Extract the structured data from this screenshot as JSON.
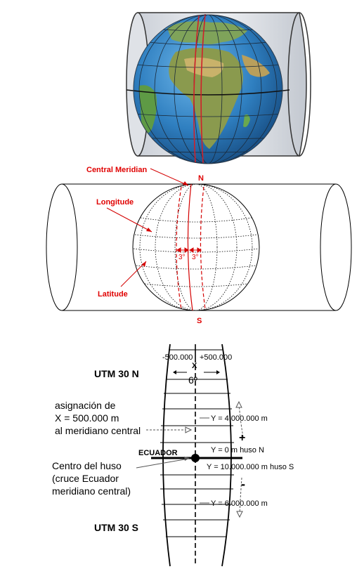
{
  "panel1": {
    "description_colors": {
      "ocean": "#2f7fc0",
      "land": "#6aa84f",
      "cylinder": "#d8dce3",
      "meridian": "#d0202a"
    }
  },
  "panel2": {
    "central_meridian_label": "Central Meridian",
    "longitude_label": "Longitude",
    "latitude_label": "Latitude",
    "north_label": "N",
    "south_label": "S",
    "left_offset_label": "3°",
    "right_offset_label": "3°",
    "label_color": "#e00000"
  },
  "panel3": {
    "minus_easting": "-500.000",
    "plus_easting": "+500.000",
    "x_mark": "X",
    "zone_width": "6º",
    "utm_north": "UTM 30 N",
    "utm_south": "UTM 30 S",
    "assignment_line1": "asignación de",
    "assignment_line2": "X = 500.000 m",
    "assignment_line3": "al meridiano central",
    "y_north_top": "Y = 4.000.000 m",
    "plus_sign": "+",
    "ecuador_label": "ECUADOR",
    "y_zero": "Y = 0 m huso  N",
    "y_south_origin": "Y = 10.000.000 m huso S",
    "minus_sign": "-",
    "y_south_value": "Y = 6.000.000 m",
    "center_line1": "Centro del huso",
    "center_line2": "(cruce Ecuador",
    "center_line3": "meridiano central)"
  }
}
